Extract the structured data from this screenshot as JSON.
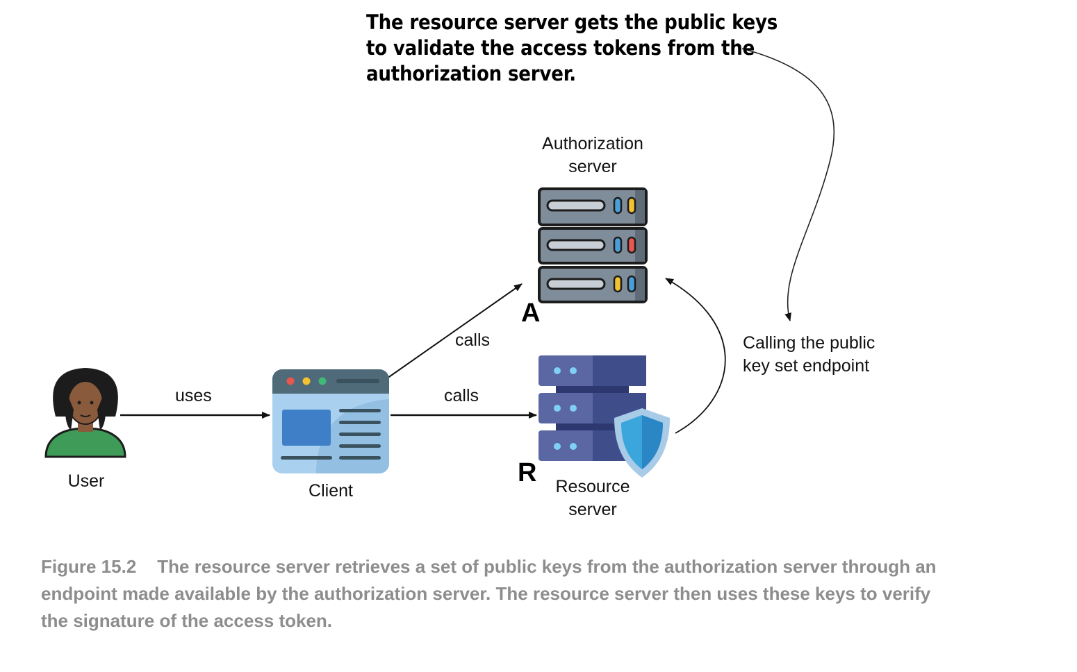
{
  "callout": {
    "lines": [
      "The resource server gets the public keys",
      "to validate the access tokens from the",
      "authorization server."
    ]
  },
  "nodes": {
    "user": {
      "label": "User"
    },
    "client": {
      "label": "Client"
    },
    "authorization_server": {
      "label_line1": "Authorization",
      "label_line2": "server",
      "letter": "A"
    },
    "resource_server": {
      "label_line1": "Resource",
      "label_line2": "server",
      "letter": "R"
    }
  },
  "edges": {
    "user_to_client": "uses",
    "client_to_resource": "calls",
    "client_to_authorization": "calls",
    "resource_to_authorization_line1": "Calling the public",
    "resource_to_authorization_line2": "key set endpoint"
  },
  "caption": {
    "figure_number": "Figure 15.2",
    "line1": "The resource server retrieves a set of public keys from the authorization server through an",
    "line2": "endpoint made available by the authorization server. The resource server then uses these keys to verify",
    "line3": "the signature of the access token."
  },
  "colors": {
    "server_body": "#7f8c99",
    "server_outline": "#1c1c1c",
    "resource_server_dark": "#3f4d8a",
    "resource_server_light": "#5b67a3",
    "shield_outer": "#a8cbe8",
    "shield_inner": "#3aa6dc",
    "client_window": "#a9d0ee",
    "client_header": "#4f6a78",
    "user_shirt": "#3f9b58",
    "user_skin": "#8a5a3c",
    "caption_text": "#8d8d8d"
  }
}
